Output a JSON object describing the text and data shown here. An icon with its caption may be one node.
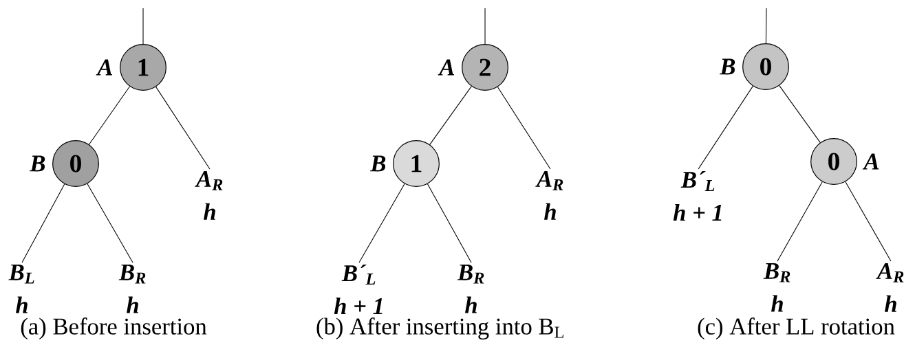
{
  "diagram": {
    "nodes": [
      {
        "text": [
          "1"
        ],
        "beside": [
          "A"
        ]
      },
      {
        "text": [
          "0"
        ],
        "beside": [
          "B"
        ]
      },
      {
        "text": [
          "A$_{R}$",
          "h"
        ]
      },
      {
        "text": [
          "B$_{L}$",
          "h"
        ]
      },
      {
        "text": [
          "B$_{R}$",
          "h"
        ]
      },
      {
        "text": [
          "2"
        ],
        "beside": [
          "A"
        ]
      },
      {
        "text": [
          "1"
        ],
        "beside": [
          "B"
        ]
      },
      {
        "text": [
          "A$_{R}$",
          "h"
        ]
      },
      {
        "text": [
          "B´$_{L}$",
          "h + 1"
        ]
      },
      {
        "text": [
          "B$_{R}$",
          "h"
        ]
      },
      {
        "text": [
          "0"
        ],
        "beside": [
          "B"
        ]
      },
      {
        "text": [
          "B´$_{L}$",
          "h + 1"
        ]
      },
      {
        "text": [
          "0"
        ],
        "beside": [
          "A"
        ]
      },
      {
        "text": [
          "B$_{R}$",
          "h"
        ]
      },
      {
        "text": [
          "A$_{R}$",
          "h"
        ]
      }
    ],
    "edges": [
      {
        "from": null,
        "to": 0,
        "arrow": "none"
      },
      {
        "from": 0,
        "to": 1,
        "arrow": "none"
      },
      {
        "from": 0,
        "to": 2,
        "arrow": "none"
      },
      {
        "from": 1,
        "to": 3,
        "arrow": "none"
      },
      {
        "from": 1,
        "to": 4,
        "arrow": "none"
      },
      {
        "from": null,
        "to": 5,
        "arrow": "none"
      },
      {
        "from": 5,
        "to": 6,
        "arrow": "none"
      },
      {
        "from": 5,
        "to": 7,
        "arrow": "none"
      },
      {
        "from": 6,
        "to": 8,
        "arrow": "none"
      },
      {
        "from": 6,
        "to": 9,
        "arrow": "none"
      },
      {
        "from": null,
        "to": 10,
        "arrow": "none"
      },
      {
        "from": 10,
        "to": 11,
        "arrow": "none"
      },
      {
        "from": 10,
        "to": 12,
        "arrow": "none"
      },
      {
        "from": 12,
        "to": 13,
        "arrow": "none"
      },
      {
        "from": 12,
        "to": 14,
        "arrow": "none"
      }
    ],
    "labels": [
      "(a) Before insertion",
      "(b) After inserting into B$_{L}$",
      "(c) After LL rotation"
    ]
  }
}
